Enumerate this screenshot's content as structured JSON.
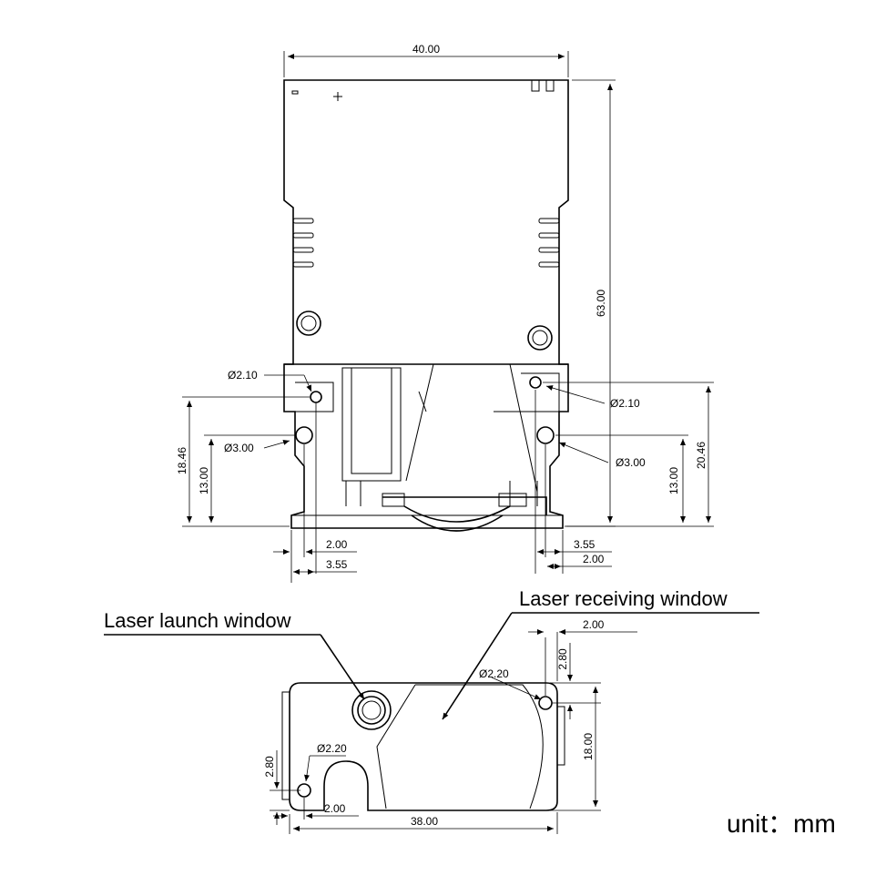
{
  "dimensions": {
    "top_width": "40.00",
    "total_height": "63.00",
    "hole_upper_left_dia": "Ø2.10",
    "hole_upper_right_dia": "Ø2.10",
    "hole_lower_left_dia": "Ø3.00",
    "hole_lower_right_dia": "Ø3.00",
    "left_height_upper": "18.46",
    "left_height_lower": "13.00",
    "right_height_upper": "20.46",
    "right_height_lower": "13.00",
    "left_offset_small": "2.00",
    "left_offset_large": "3.55",
    "right_offset_large": "3.55",
    "right_offset_small": "2.00",
    "bottom_right_h_offset": "2.00",
    "bottom_right_v_offset": "2.80",
    "bottom_right_hole_dia": "Ø2.20",
    "bottom_height": "18.00",
    "bottom_left_hole_dia": "Ø2.20",
    "bottom_left_v_offset": "2.80",
    "bottom_left_h_offset": "2.00",
    "bottom_width": "38.00"
  },
  "labels": {
    "launch_window": "Laser launch window",
    "receiving_window": "Laser receiving window",
    "unit": "unit：mm"
  }
}
